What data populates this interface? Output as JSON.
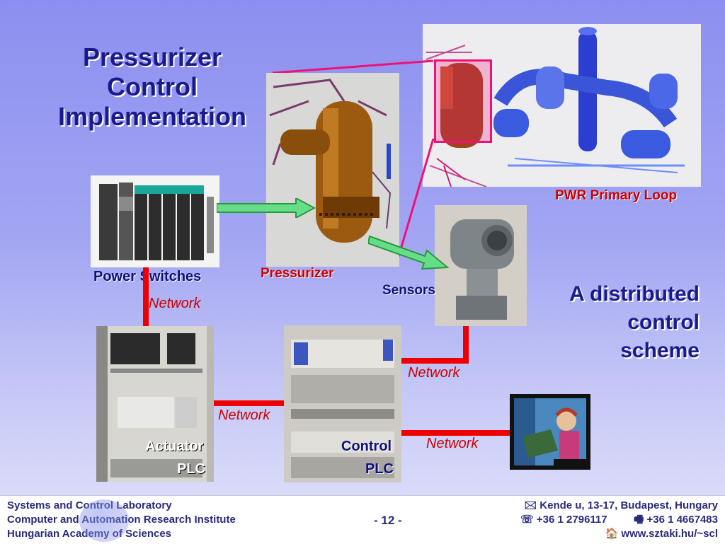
{
  "title": {
    "line1": "Pressurizer",
    "line2": "Control",
    "line3": "Implementation"
  },
  "captions": {
    "power_switches": "Power Switches",
    "pressurizer": "Pressurizer",
    "sensors": "Sensors",
    "pwr_primary_loop": "PWR Primary Loop",
    "actuator": "Actuator",
    "actuator_plc": "PLC",
    "control": "Control",
    "control_plc": "PLC"
  },
  "network_labels": [
    "Network",
    "Network",
    "Network",
    "Network"
  ],
  "side_text": {
    "line1": "A distributed",
    "line2": "control",
    "line3": "scheme"
  },
  "footer": {
    "left": [
      "Systems and Control Laboratory",
      "Computer and Automation Research Institute",
      "Hungarian Academy of Sciences"
    ],
    "page": "- 12 -",
    "address": "🖂 Kende u, 13-17, Budapest, Hungary",
    "phone": "☏ +36 1 2796117",
    "fax": "🖷 +36 1 4667483",
    "web": "🏠 www.sztaki.hu/~scl"
  },
  "colors": {
    "title": "#1a1a8c",
    "network_wire": "#ee0000",
    "highlight": "#ee1177",
    "arrow": "#66dd66"
  },
  "icons": [
    "envelope-icon",
    "phone-icon",
    "fax-icon",
    "home-icon",
    "institute-logo"
  ]
}
